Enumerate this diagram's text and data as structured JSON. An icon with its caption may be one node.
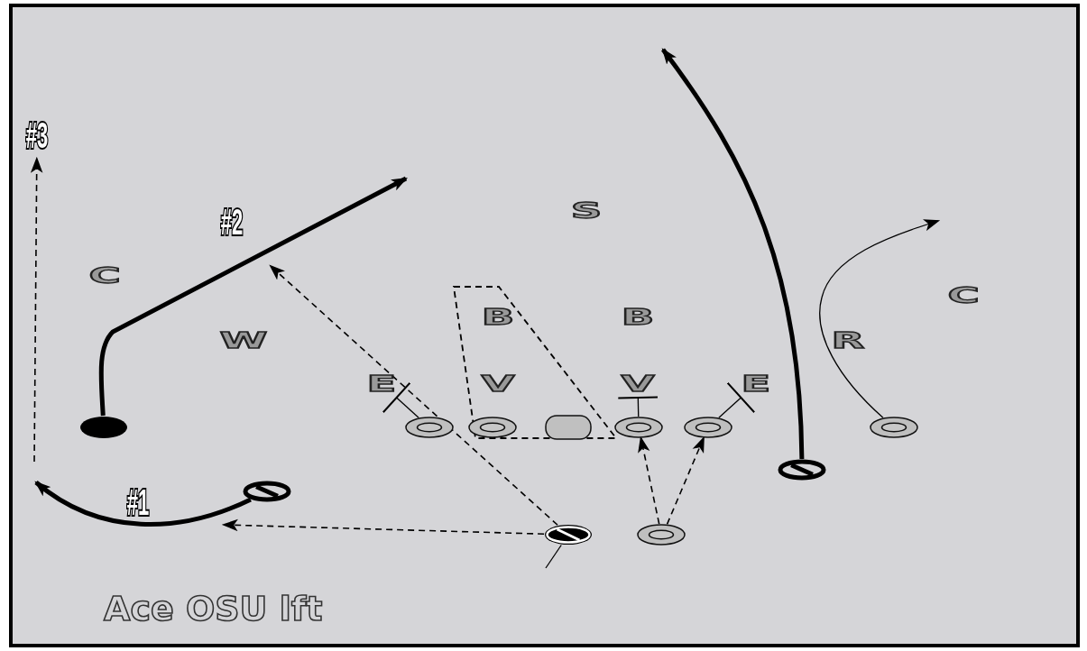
{
  "diagram": {
    "title": "Ace OSU lft",
    "nodes": [
      {
        "text": [
          "#3"
        ]
      },
      {
        "text": [
          "S"
        ]
      },
      {
        "text": [
          "C"
        ]
      },
      {
        "text": [
          "C"
        ]
      },
      {
        "text": [
          "B"
        ]
      },
      {
        "text": [
          "B"
        ]
      },
      {
        "text": [
          "W"
        ]
      },
      {
        "text": [
          "R"
        ]
      },
      {
        "text": [
          "E"
        ]
      },
      {
        "text": [
          "V"
        ]
      },
      {
        "text": [
          "V"
        ]
      },
      {
        "text": [
          "E"
        ]
      },
      {
        "text": [],
        "shape": "ellipse"
      },
      {
        "text": [],
        "shape": "ring"
      },
      {
        "text": [],
        "shape": "ring"
      },
      {
        "text": [],
        "shape": "box"
      },
      {
        "text": [],
        "shape": "ring"
      },
      {
        "text": [],
        "shape": "ring"
      },
      {
        "text": [],
        "shape": "ring"
      },
      {
        "text": [],
        "shape": "slashed"
      },
      {
        "text": [],
        "shape": "slashed"
      },
      {
        "text": [],
        "shape": "hatched"
      },
      {
        "text": [],
        "shape": "ring"
      }
    ],
    "edges": [
      {
        "from": null,
        "to": 0,
        "arrow": "to",
        "style": "dashed"
      },
      {
        "from": 12,
        "to": null,
        "arrow": "to",
        "style": "thick"
      },
      {
        "from": 20,
        "to": null,
        "arrow": "to",
        "style": "thick"
      },
      {
        "from": 19,
        "to": null,
        "arrow": "to",
        "style": "thick"
      },
      {
        "from": 18,
        "to": null,
        "arrow": "to"
      },
      {
        "from": 13,
        "to": 8,
        "arrow": "other"
      },
      {
        "from": 16,
        "to": 10,
        "arrow": "other"
      },
      {
        "from": 17,
        "to": 11,
        "arrow": "other"
      },
      {
        "from": 21,
        "to": null,
        "arrow": "to",
        "style": "dashed"
      },
      {
        "from": 21,
        "to": null,
        "arrow": "to",
        "style": "dashed"
      },
      {
        "from": 21,
        "to": null,
        "arrow": "none"
      },
      {
        "from": 22,
        "to": 16,
        "arrow": "to",
        "style": "dashed"
      },
      {
        "from": 22,
        "to": 17,
        "arrow": "to",
        "style": "dashed"
      }
    ],
    "labels": [
      "#2",
      "#1"
    ]
  }
}
